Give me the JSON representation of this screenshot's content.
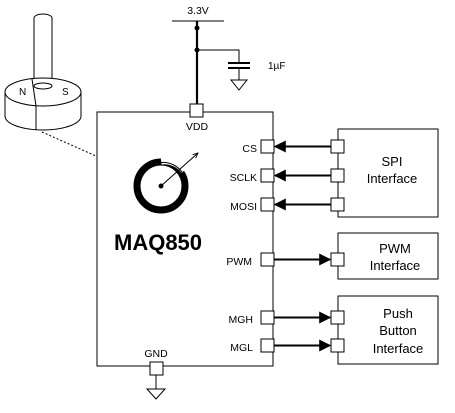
{
  "power": {
    "supply": "3.3V",
    "capacitor": "1µF"
  },
  "chip": {
    "name": "MAQ850",
    "vdd": "VDD",
    "gnd": "GND"
  },
  "magnet": {
    "north": "N",
    "south": "S"
  },
  "pins": {
    "cs": "CS",
    "sclk": "SCLK",
    "mosi": "MOSI",
    "pwm": "PWM",
    "mgh": "MGH",
    "mgl": "MGL"
  },
  "interfaces": {
    "spi": [
      "SPI",
      "Interface"
    ],
    "pwm": [
      "PWM",
      "Interface"
    ],
    "push": [
      "Push",
      "Button",
      "Interface"
    ]
  }
}
